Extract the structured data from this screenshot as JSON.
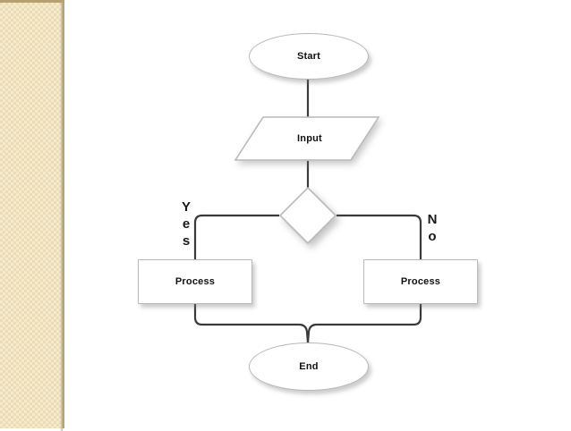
{
  "slide": {
    "background_color": "#ffffff",
    "sidebar": {
      "name": "decorative-band",
      "color": "#ecdcb0",
      "edge_color": "#b5a070"
    }
  },
  "diagram": {
    "type": "flowchart",
    "title": "",
    "node_fill": "#ffffff",
    "node_border": "#b9b9b9",
    "connector_color": "#3a3a3a",
    "nodes": [
      {
        "id": "start",
        "shape": "terminator",
        "label": "Start"
      },
      {
        "id": "input",
        "shape": "parallelogram",
        "label": "Input"
      },
      {
        "id": "decision",
        "shape": "diamond",
        "label": ""
      },
      {
        "id": "process_yes",
        "shape": "rectangle",
        "label": "Process"
      },
      {
        "id": "process_no",
        "shape": "rectangle",
        "label": "Process"
      },
      {
        "id": "end",
        "shape": "terminator",
        "label": "End"
      }
    ],
    "branches": {
      "yes": {
        "label": "Yes",
        "letters": [
          "Y",
          "e",
          "s"
        ]
      },
      "no": {
        "label": "No",
        "letters": [
          "N",
          "o"
        ]
      }
    },
    "edges": [
      {
        "from": "start",
        "to": "input"
      },
      {
        "from": "input",
        "to": "decision"
      },
      {
        "from": "decision",
        "to": "process_yes",
        "label": "Yes"
      },
      {
        "from": "decision",
        "to": "process_no",
        "label": "No"
      },
      {
        "from": "process_yes",
        "to": "end"
      },
      {
        "from": "process_no",
        "to": "end"
      }
    ]
  }
}
